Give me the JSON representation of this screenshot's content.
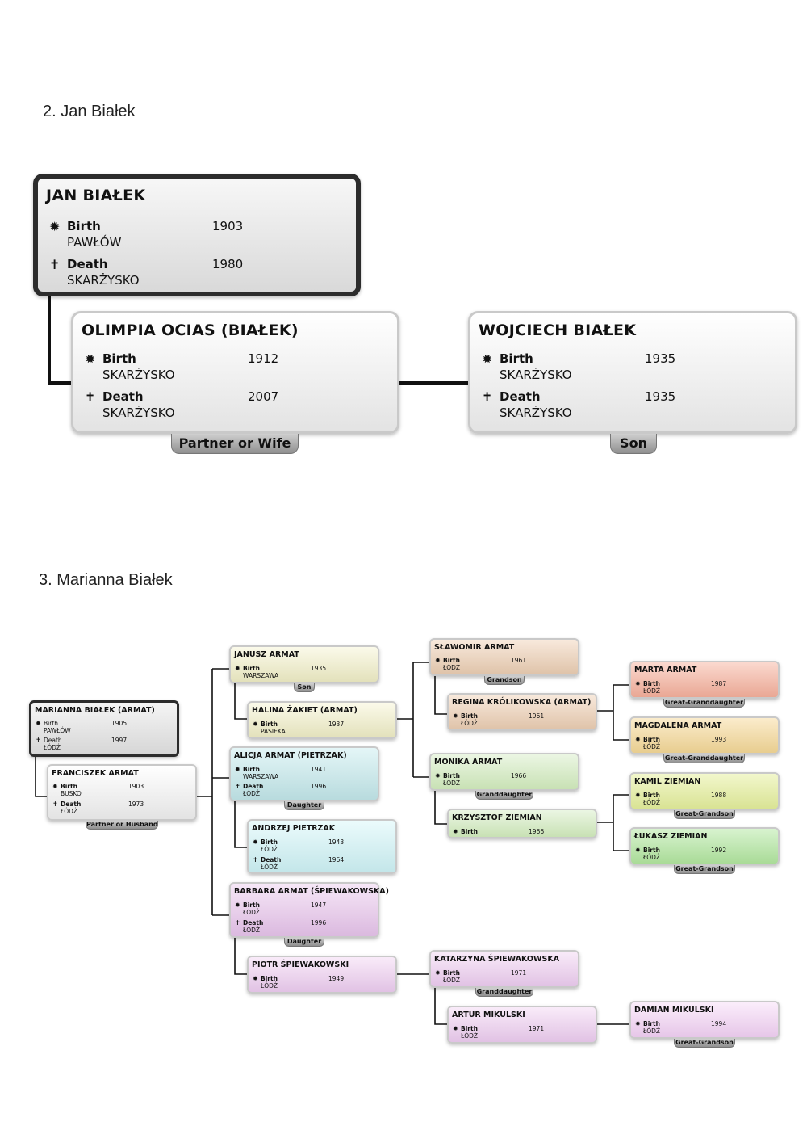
{
  "sections": {
    "jan": {
      "title": "2. Jan Białek"
    },
    "marianna": {
      "title": "3. Marianna Białek"
    }
  },
  "labels": {
    "birth": "Birth",
    "death": "Death"
  },
  "icons": {
    "birth": "star-burst-icon",
    "death": "cross-icon"
  },
  "jan_tree": {
    "jan": {
      "name": "JAN BIAŁEK",
      "birth_year": "1903",
      "birth_place": "PAWŁÓW",
      "death_year": "1980",
      "death_place": "SKARŻYSKO"
    },
    "olimpia": {
      "name": "OLIMPIA OCIAS (BIAŁEK)",
      "birth_year": "1912",
      "birth_place": "SKARŻYSKO",
      "death_year": "2007",
      "death_place": "SKARŻYSKO",
      "relation": "Partner or Wife"
    },
    "wojciech": {
      "name": "WOJCIECH BIAŁEK",
      "birth_year": "1935",
      "birth_place": "SKARŻYSKO",
      "death_year": "1935",
      "death_place": "SKARŻYSKO",
      "relation": "Son"
    }
  },
  "marianna_tree": {
    "marianna": {
      "name": "MARIANNA BIAŁEK (ARMAT)",
      "birth_year": "1905",
      "birth_place": "PAWŁÓW",
      "death_year": "1997",
      "death_place": "ŁÓDŹ"
    },
    "franciszek": {
      "name": "FRANCISZEK ARMAT",
      "birth_year": "1903",
      "birth_place": "BUSKO",
      "death_year": "1973",
      "death_place": "ŁÓDŹ",
      "relation": "Partner or Husband"
    },
    "janusz": {
      "name": "JANUSZ ARMAT",
      "birth_year": "1935",
      "birth_place": "WARSZAWA",
      "relation": "Son"
    },
    "halina": {
      "name": "HALINA ŻAKIET (ARMAT)",
      "birth_year": "1937",
      "birth_place": "PASIEKA"
    },
    "alicja": {
      "name": "ALICJA ARMAT (PIETRZAK)",
      "birth_year": "1941",
      "birth_place": "WARSZAWA",
      "death_year": "1996",
      "death_place": "ŁÓDŹ",
      "relation": "Daughter"
    },
    "andrzej": {
      "name": "ANDRZEJ PIETRZAK",
      "birth_year": "1943",
      "birth_place": "ŁÓDŹ",
      "death_year": "1964",
      "death_place": "ŁÓDŹ"
    },
    "barbara": {
      "name": "BARBARA ARMAT (ŚPIEWAKOWSKA)",
      "birth_year": "1947",
      "birth_place": "ŁÓDŹ",
      "death_year": "1996",
      "death_place": "ŁÓDŹ",
      "relation": "Daughter"
    },
    "piotr": {
      "name": "PIOTR ŚPIEWAKOWSKI",
      "birth_year": "1949",
      "birth_place": "ŁÓDŹ"
    },
    "slawomir": {
      "name": "SŁAWOMIR ARMAT",
      "birth_year": "1961",
      "birth_place": "ŁÓDŹ",
      "relation": "Grandson"
    },
    "regina": {
      "name": "REGINA KRÓLIKOWSKA (ARMAT)",
      "birth_year": "1961",
      "birth_place": "ŁÓDŹ"
    },
    "monika": {
      "name": "MONIKA ARMAT",
      "birth_year": "1966",
      "birth_place": "ŁÓDŹ",
      "relation": "Granddaughter"
    },
    "krzysztof": {
      "name": "KRZYSZTOF ZIEMIAN",
      "birth_year": "1966"
    },
    "katarzyna": {
      "name": "KATARZYNA ŚPIEWAKOWSKA",
      "birth_year": "1971",
      "birth_place": "ŁÓDŹ",
      "relation": "Granddaughter"
    },
    "artur": {
      "name": "ARTUR MIKULSKI",
      "birth_year": "1971",
      "birth_place": "ŁÓDŹ"
    },
    "marta": {
      "name": "MARTA ARMAT",
      "birth_year": "1987",
      "birth_place": "ŁÓDŹ",
      "relation": "Great-Granddaughter"
    },
    "magdalena": {
      "name": "MAGDALENA ARMAT",
      "birth_year": "1993",
      "birth_place": "ŁÓDŹ",
      "relation": "Great-Granddaughter"
    },
    "kamil": {
      "name": "KAMIL ZIEMIAN",
      "birth_year": "1988",
      "birth_place": "ŁÓDŹ",
      "relation": "Great-Grandson"
    },
    "lukasz": {
      "name": "ŁUKASZ ZIEMIAN",
      "birth_year": "1992",
      "birth_place": "ŁÓDŹ",
      "relation": "Great-Grandson"
    },
    "damian": {
      "name": "DAMIAN MIKULSKI",
      "birth_year": "1994",
      "birth_place": "ŁÓDŹ",
      "relation": "Great-Grandson"
    }
  },
  "colors": {
    "grey": "#e3e3e3",
    "olive": "#ecebcc",
    "teal": "#c8e6e8",
    "cyan": "#d2f1f3",
    "lavender": "#e6c8ea",
    "peach": "#ecd3bd",
    "green": "#d2e8bf",
    "salmon": "#f1b9a8",
    "sand": "#f0dcae",
    "lime": "#e2eca9",
    "mint": "#bfe7b0",
    "pink": "#f3d2f3",
    "root_border": "#2c2c2c",
    "card_border": "#c9c9c9",
    "line": "#111111"
  }
}
